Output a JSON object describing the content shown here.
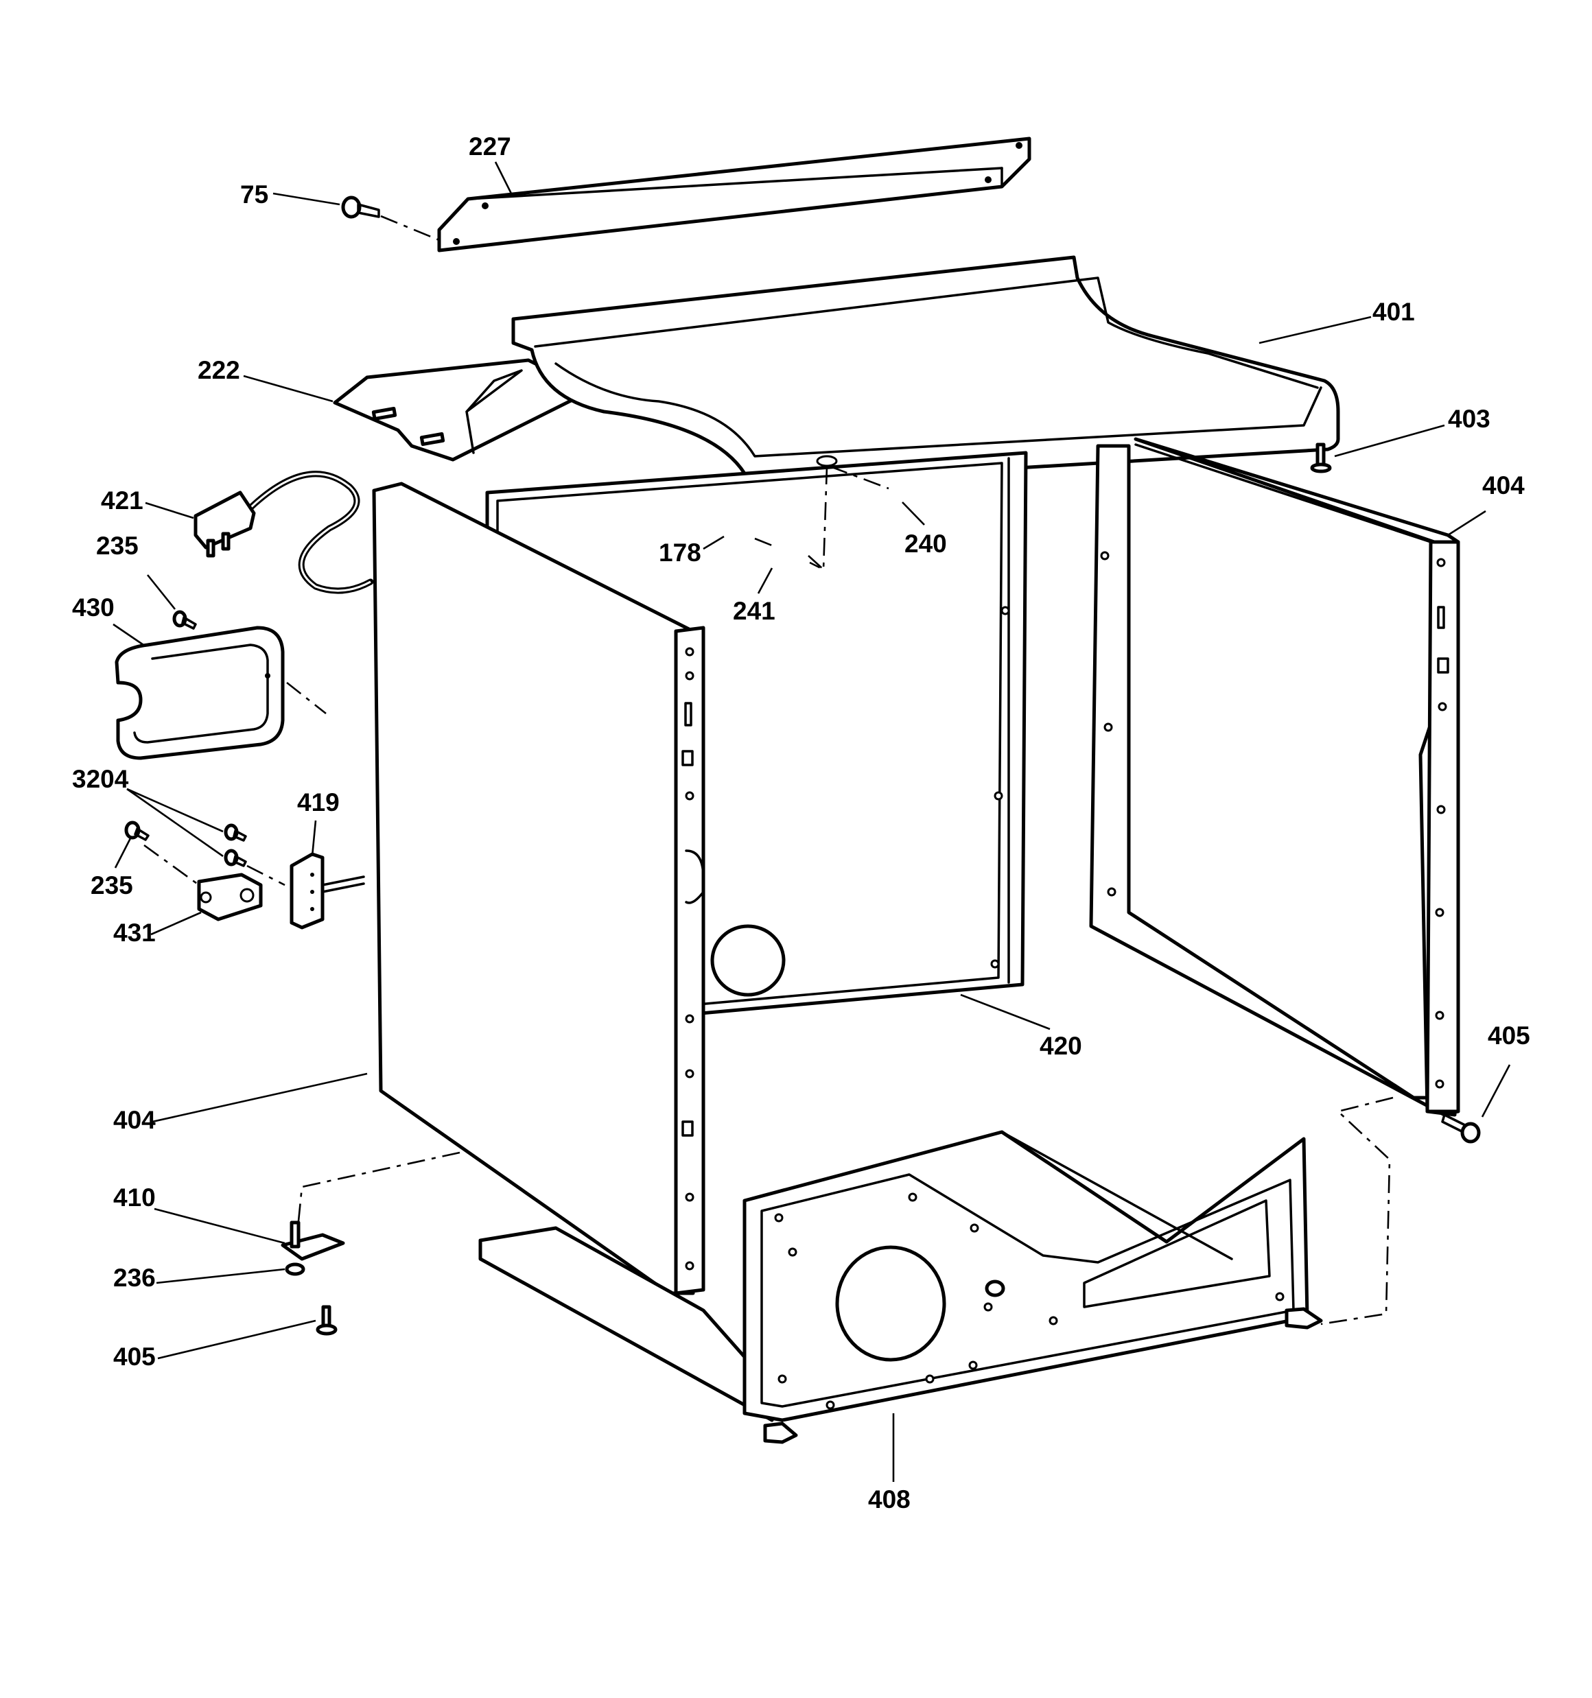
{
  "callouts": [
    {
      "id": "227",
      "label": "227"
    },
    {
      "id": "75",
      "label": "75"
    },
    {
      "id": "401",
      "label": "401"
    },
    {
      "id": "222",
      "label": "222"
    },
    {
      "id": "403",
      "label": "403"
    },
    {
      "id": "404-right",
      "label": "404"
    },
    {
      "id": "421",
      "label": "421"
    },
    {
      "id": "240",
      "label": "240"
    },
    {
      "id": "235-upper",
      "label": "235"
    },
    {
      "id": "178",
      "label": "178"
    },
    {
      "id": "430",
      "label": "430"
    },
    {
      "id": "241",
      "label": "241"
    },
    {
      "id": "3204",
      "label": "3204"
    },
    {
      "id": "419",
      "label": "419"
    },
    {
      "id": "235-lower",
      "label": "235"
    },
    {
      "id": "431",
      "label": "431"
    },
    {
      "id": "420",
      "label": "420"
    },
    {
      "id": "405-right",
      "label": "405"
    },
    {
      "id": "404-left",
      "label": "404"
    },
    {
      "id": "410",
      "label": "410"
    },
    {
      "id": "236",
      "label": "236"
    },
    {
      "id": "405-left",
      "label": "405"
    },
    {
      "id": "408",
      "label": "408"
    }
  ]
}
